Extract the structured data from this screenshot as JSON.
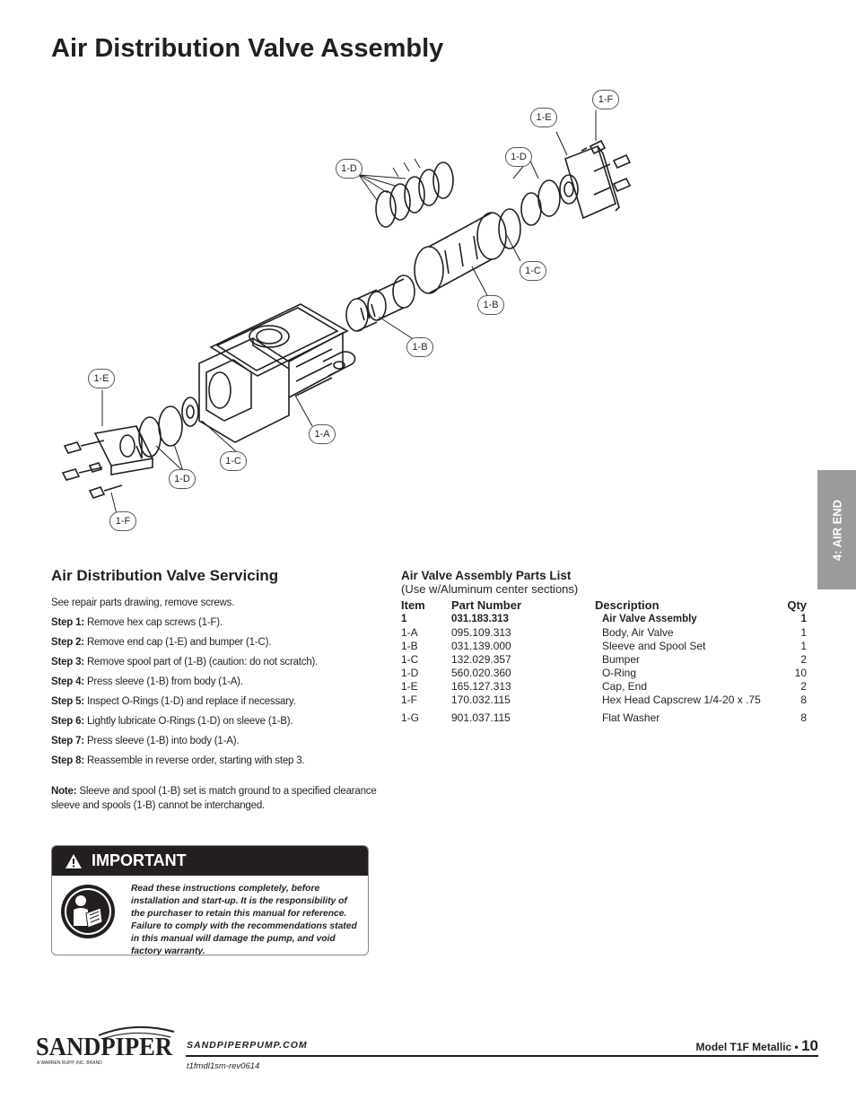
{
  "page": {
    "title": "Air Distribution Valve Assembly",
    "side_tab": "4: AIR END"
  },
  "diagram": {
    "callouts": [
      "1-F",
      "1-E",
      "1-D",
      "1-D",
      "1-C",
      "1-B",
      "1-B",
      "1-A",
      "1-E",
      "1-C",
      "1-D",
      "1-F"
    ]
  },
  "servicing": {
    "heading": "Air Distribution Valve Servicing",
    "intro": "See repair parts drawing, remove screws.",
    "steps": [
      {
        "label": "Step 1:",
        "text": "Remove hex cap screws (1-F)."
      },
      {
        "label": "Step 2:",
        "text": "Remove end cap (1-E) and bumper (1-C)."
      },
      {
        "label": "Step 3:",
        "text": "Remove spool part of (1-B) (caution: do not scratch)."
      },
      {
        "label": "Step 4:",
        "text": "Press sleeve (1-B) from body (1-A)."
      },
      {
        "label": "Step 5:",
        "text": "Inspect O-Rings (1-D) and replace if necessary."
      },
      {
        "label": "Step 6:",
        "text": "Lightly lubricate O-Rings (1-D) on sleeve (1-B)."
      },
      {
        "label": "Step 7:",
        "text": "Press sleeve (1-B) into body (1-A)."
      },
      {
        "label": "Step 8:",
        "text": "Reassemble in reverse order, starting with step 3."
      }
    ],
    "note_label": "Note:",
    "note_text": "Sleeve and spool (1-B) set is match ground to a specified clearance sleeve and spools (1-B) cannot be interchanged."
  },
  "parts_list": {
    "title": "Air Valve Assembly Parts List",
    "subtitle": "(Use w/Aluminum center sections)",
    "headers": {
      "item": "Item",
      "part": "Part Number",
      "desc": "Description",
      "qty": "Qty"
    },
    "rows": [
      {
        "item": "1",
        "part": "031.183.313",
        "desc": "Air Valve Assembly",
        "qty": "1"
      },
      {
        "item": "1-A",
        "part": "095.109.313",
        "desc": "Body, Air Valve",
        "qty": "1"
      },
      {
        "item": "1-B",
        "part": "031.139.000",
        "desc": "Sleeve and Spool Set",
        "qty": "1"
      },
      {
        "item": "1-C",
        "part": "132.029.357",
        "desc": "Bumper",
        "qty": "2"
      },
      {
        "item": "1-D",
        "part": "560.020.360",
        "desc": "O-Ring",
        "qty": "10"
      },
      {
        "item": "1-E",
        "part": "165.127.313",
        "desc": "Cap, End",
        "qty": "2"
      },
      {
        "item": "1-F",
        "part": "170.032.115",
        "desc": "Hex Head Capscrew 1/4-20 x .75",
        "qty": "8"
      },
      {
        "item": "1-G",
        "part": "901.037.115",
        "desc": "Flat Washer",
        "qty": "8"
      }
    ]
  },
  "important": {
    "heading": "IMPORTANT",
    "text": "Read these instructions completely, before installation and start-up. It is the responsibility of the purchaser to retain this manual for reference. Failure to comply with the recommendations stated in this manual will damage the pump, and void factory warranty."
  },
  "footer": {
    "logo_text": "SANDPIPER",
    "logo_tagline": "A WARREN RUPP, INC. BRAND",
    "website": "SANDPIPERPUMP.COM",
    "revision": "t1fmdl1sm-rev0614",
    "model": "Model T1F Metallic •",
    "page_number": "10"
  }
}
